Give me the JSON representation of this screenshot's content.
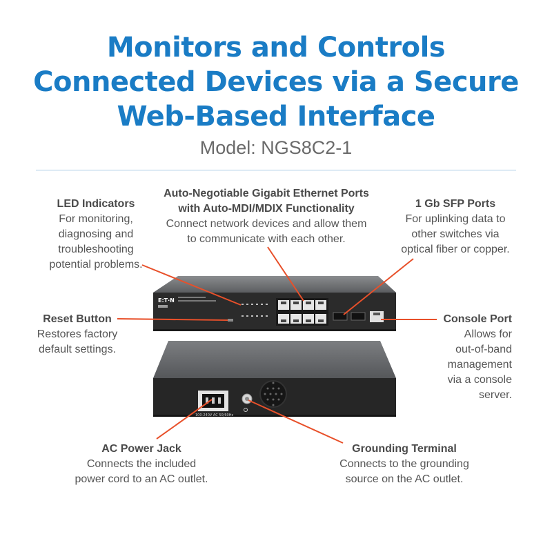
{
  "title_lines": [
    "Monitors and Controls",
    "Connected Devices via a Secure",
    "Web-Based Interface"
  ],
  "model": "Model: NGS8C2-1",
  "callouts": {
    "led": {
      "heading": "LED Indicators",
      "lines": [
        "For monitoring,",
        "diagnosing and",
        "troubleshooting",
        "potential problems."
      ]
    },
    "ethernet": {
      "heading_lines": [
        "Auto-Negotiable Gigabit Ethernet Ports",
        "with Auto-MDI/MDIX Functionality"
      ],
      "lines": [
        "Connect network devices and allow them",
        "to communicate with each other."
      ]
    },
    "sfp": {
      "heading": "1 Gb SFP Ports",
      "lines": [
        "For uplinking data to",
        "other switches via",
        "optical fiber or copper."
      ]
    },
    "reset": {
      "heading": "Reset Button",
      "lines": [
        "Restores factory",
        "default settings."
      ]
    },
    "console": {
      "heading": "Console Port",
      "lines": [
        "Allows for",
        "out-of-band",
        "management",
        "via a console",
        "server."
      ]
    },
    "power": {
      "heading": "AC Power Jack",
      "lines": [
        "Connects the included",
        "power cord to an AC outlet."
      ]
    },
    "ground": {
      "heading": "Grounding Terminal",
      "lines": [
        "Connects to the grounding",
        "source on the AC outlet."
      ]
    }
  },
  "device": {
    "brand": "E:T·N",
    "power_rating": "100-240V AC 50/60Hz"
  },
  "colors": {
    "title": "#1a7cc5",
    "leader": "#e8502a",
    "device_body": "#2b2b2b",
    "device_top": "#6b6d70"
  }
}
